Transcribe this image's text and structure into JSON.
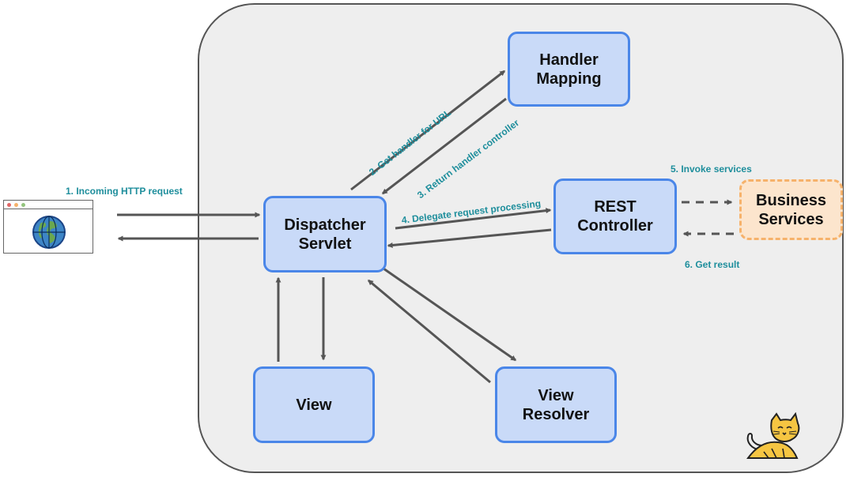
{
  "nodes": {
    "handler_mapping": "Handler\nMapping",
    "dispatcher_servlet": "Dispatcher\nServlet",
    "rest_controller": "REST\nController",
    "business_services": "Business\nServices",
    "view": "View",
    "view_resolver": "View\nResolver"
  },
  "labels": {
    "incoming_request": "1. Incoming HTTP request",
    "get_handler": "2. Get handler for URL",
    "return_handler": "3. Return handler controller",
    "delegate": "4. Delegate request processing",
    "invoke_services": "5. Invoke services",
    "get_result": "6. Get result"
  },
  "colors": {
    "container_fill": "#eeeeee",
    "container_border": "#555555",
    "node_fill": "#c9daf8",
    "node_border": "#4a86e8",
    "business_fill": "#fce5cd",
    "business_border": "#f6b26b",
    "label_text": "#1e8e9c",
    "arrow": "#555555"
  },
  "icons": {
    "browser": "browser-window-icon",
    "globe": "globe-icon",
    "mascot": "tomcat-logo"
  }
}
